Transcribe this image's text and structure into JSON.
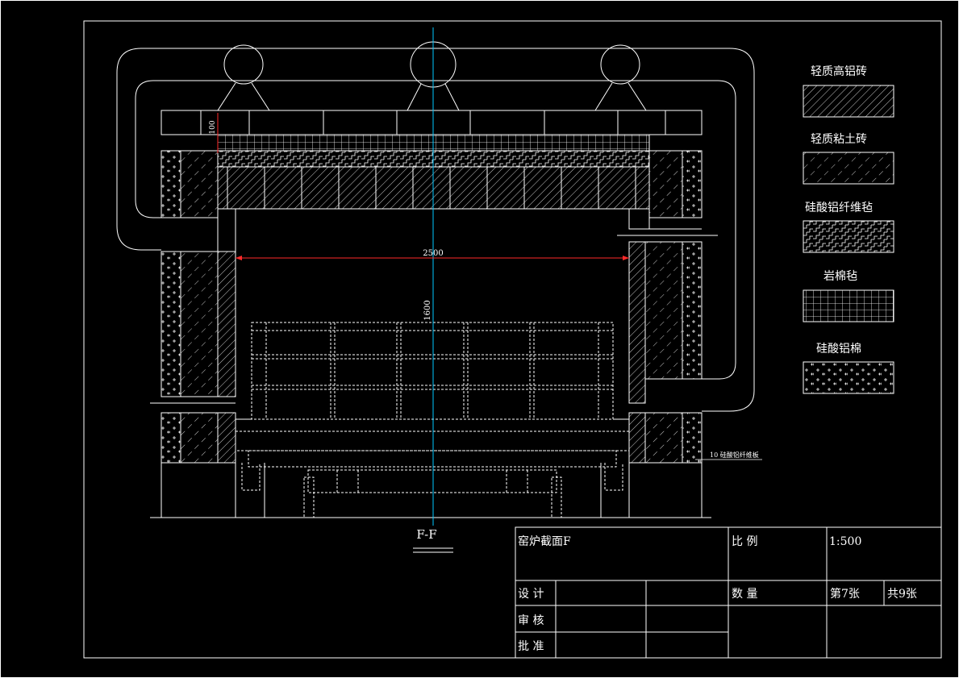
{
  "colors": {
    "background": "#000000",
    "line": "#ffffff",
    "centerline": "#00c8ff",
    "dimension": "#ff2a2a"
  },
  "dimensions": {
    "top_thickness": "100",
    "inner_width": "2500",
    "inner_height": "1600",
    "bottom_note": "10 硅酸铝纤维板"
  },
  "section_label": "F-F",
  "legend": [
    {
      "label": "轻质高铝砖",
      "pattern": "dense-hatch"
    },
    {
      "label": "轻质粘土砖",
      "pattern": "sparse-hatch"
    },
    {
      "label": "硅酸铝纤维毡",
      "pattern": "zigzag"
    },
    {
      "label": "岩棉毡",
      "pattern": "grid"
    },
    {
      "label": "硅酸铝棉",
      "pattern": "plus"
    }
  ],
  "title_block": {
    "drawing_name": "窑炉截面F",
    "scale_label": "比 例",
    "scale_value": "1:500",
    "design_label": "设 计",
    "review_label": "审 核",
    "approve_label": "批 准",
    "quantity_label": "数 量",
    "sheet_no": "第7张",
    "sheet_total": "共9张"
  }
}
